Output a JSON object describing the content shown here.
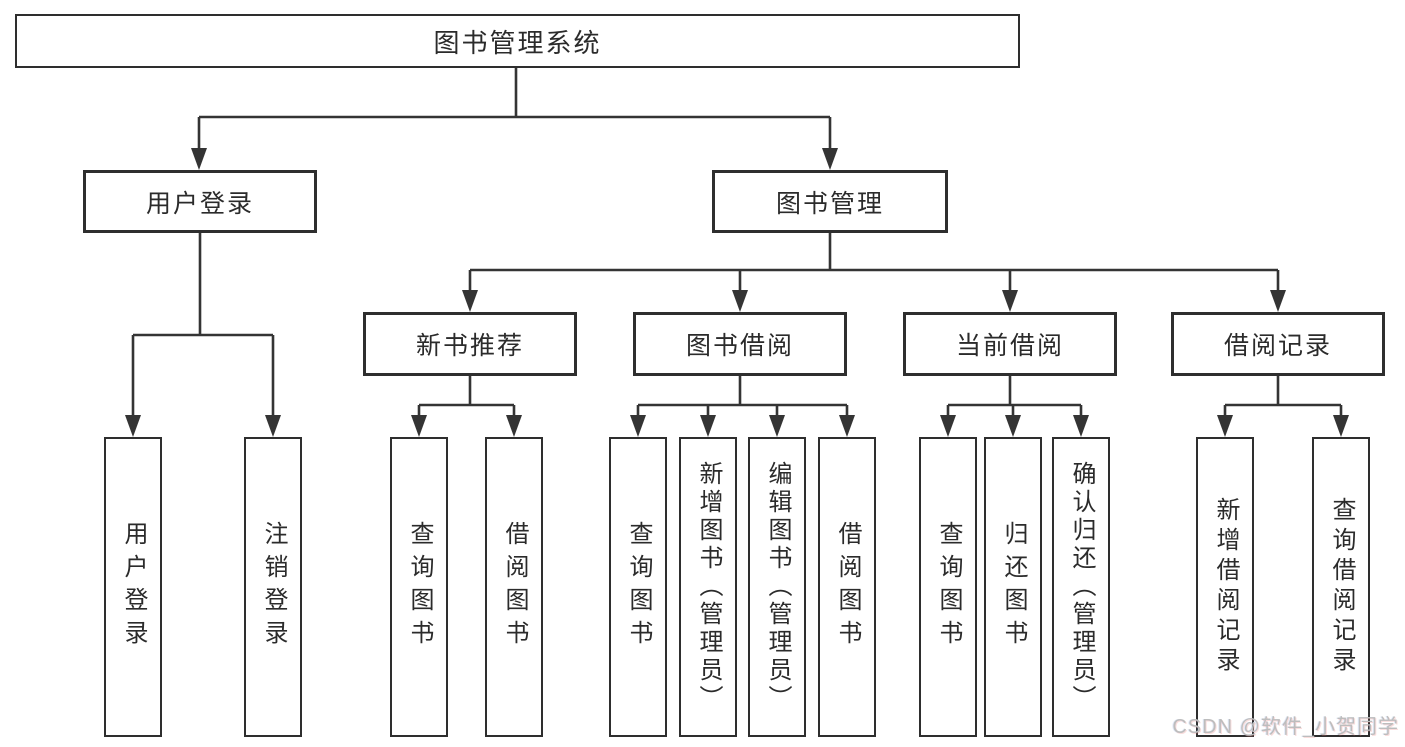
{
  "tree": {
    "label": "图书管理系统",
    "children": [
      {
        "label": "用户登录",
        "children": [
          {
            "label": "用户登录"
          },
          {
            "label": "注销登录"
          }
        ]
      },
      {
        "label": "图书管理",
        "children": [
          {
            "label": "新书推荐",
            "children": [
              {
                "label": "查询图书"
              },
              {
                "label": "借阅图书"
              }
            ]
          },
          {
            "label": "图书借阅",
            "children": [
              {
                "label": "查询图书"
              },
              {
                "label": "新增图书（管理员）"
              },
              {
                "label": "编辑图书（管理员）"
              },
              {
                "label": "借阅图书"
              }
            ]
          },
          {
            "label": "当前借阅",
            "children": [
              {
                "label": "查询图书"
              },
              {
                "label": "归还图书"
              },
              {
                "label": "确认归还（管理员）"
              }
            ]
          },
          {
            "label": "借阅记录",
            "children": [
              {
                "label": "新增借阅记录"
              },
              {
                "label": "查询借阅记录"
              }
            ]
          }
        ]
      }
    ]
  },
  "watermark": {
    "text": "CSDN @软件_小贺同学"
  },
  "colors": {
    "line": "#343434",
    "box_border": "#2e2e2e",
    "text": "#2b2b2b",
    "watermark": "#bdbdbd",
    "background": "#ffffff"
  }
}
